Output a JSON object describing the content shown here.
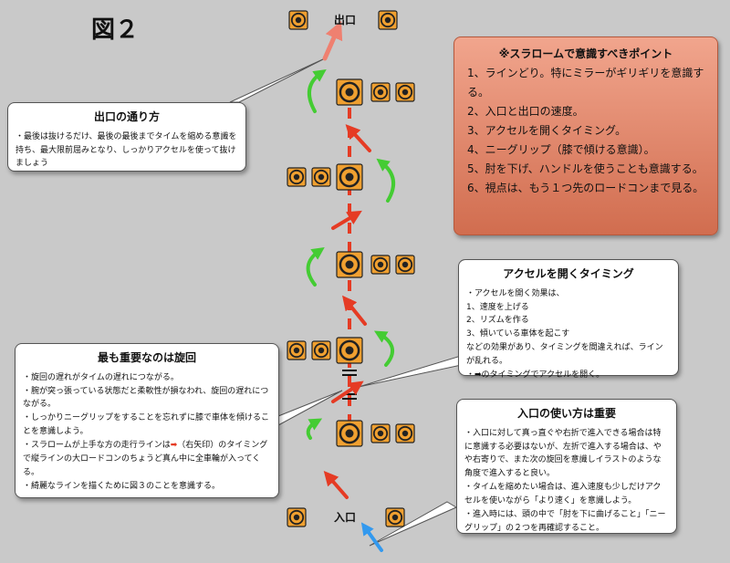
{
  "figure_title": "図２",
  "labels": {
    "exit": "出口",
    "entry": "入口"
  },
  "key_points": {
    "heading": "※スラロームで意識すべきポイント",
    "items": [
      "1、ラインどり。特にミラーがギリギリを意識する。",
      "2、入口と出口の速度。",
      "3、アクセルを開くタイミング。",
      "4、ニーグリップ（膝で傾ける意識）。",
      "5、肘を下げ、ハンドルを使うことも意識する。",
      "6、視点は、もう１つ先のロードコンまで見る。"
    ]
  },
  "exit_box": {
    "title": "出口の通り方",
    "lines": [
      "・最後は抜けるだけ、最後の最後までタイムを縮める意識を持ち、最大限前屈みとなり、しっかりアクセルを使って抜けましょう"
    ]
  },
  "accel_box": {
    "title": "アクセルを開くタイミング",
    "lines": [
      "・アクセルを開く効果は、",
      "1、速度を上げる",
      "2、リズムを作る",
      "3、傾いている車体を起こす",
      "などの効果があり、タイミングを間違えれば、ラインが乱れる。",
      "・➡のタイミングでアクセルを開く。"
    ]
  },
  "turn_box": {
    "title": "最も重要なのは旋回",
    "lines": [
      "・旋回の遅れがタイムの遅れにつながる。",
      "・腕が突っ張っている状態だと柔軟性が損なわれ、旋回の遅れにつながる。",
      "・しっかりニーグリップをすることを忘れずに膝で車体を傾けることを意識しよう。",
      "・スラロームが上手な方の走行ラインは",
      "（右矢印）のタイミングで縦ラインの大ロードコンのちょうど真ん中に全車輪が入ってくる。",
      "・綺麗なラインを描くために図３のことを意識する。"
    ],
    "arrow_glyph": "➡"
  },
  "entry_box": {
    "title": "入口の使い方は重要",
    "lines": [
      "・入口に対して真っ直ぐや右折で進入できる場合は特に意識する必要はないが、左折で進入する場合は、やや右寄りで、また次の旋回を意識しイラストのような角度で進入すると良い。",
      "・タイムを縮めたい場合は、進入速度も少しだけアクセルを使いながら「より速く」を意識しよう。",
      "・進入時には、頭の中で「肘を下に曲げること」「ニーグリップ」の２つを再確認すること。"
    ]
  },
  "colors": {
    "background": "#c9c9c9",
    "cone_fill": "#f0a030",
    "accel_arrow": "#e53b24",
    "turn_arrow": "#44cc33",
    "entry_arrow": "#3399ee",
    "exit_arrow": "#ef8070",
    "center_line": "#e53b24"
  }
}
